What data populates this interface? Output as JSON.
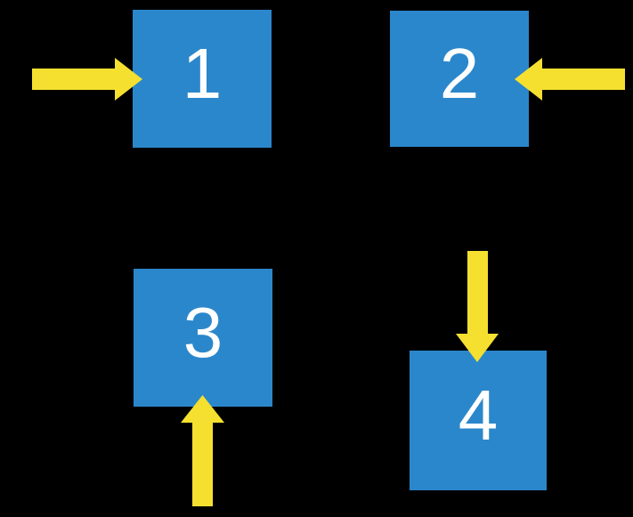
{
  "diagram": {
    "description": "Four numbered squares, each indicated by a block arrow",
    "boxes": [
      {
        "label": "1",
        "arrow_direction": "right",
        "arrow_points_at": "left side of box 1"
      },
      {
        "label": "2",
        "arrow_direction": "left",
        "arrow_points_at": "right side of box 2"
      },
      {
        "label": "3",
        "arrow_direction": "up",
        "arrow_points_at": "bottom side of box 3"
      },
      {
        "label": "4",
        "arrow_direction": "down",
        "arrow_points_at": "top side of box 4"
      }
    ]
  },
  "colors": {
    "background": "#000000",
    "box_fill": "#2B87CB",
    "arrow_fill": "#F5E030",
    "label": "#FFFFFF"
  }
}
